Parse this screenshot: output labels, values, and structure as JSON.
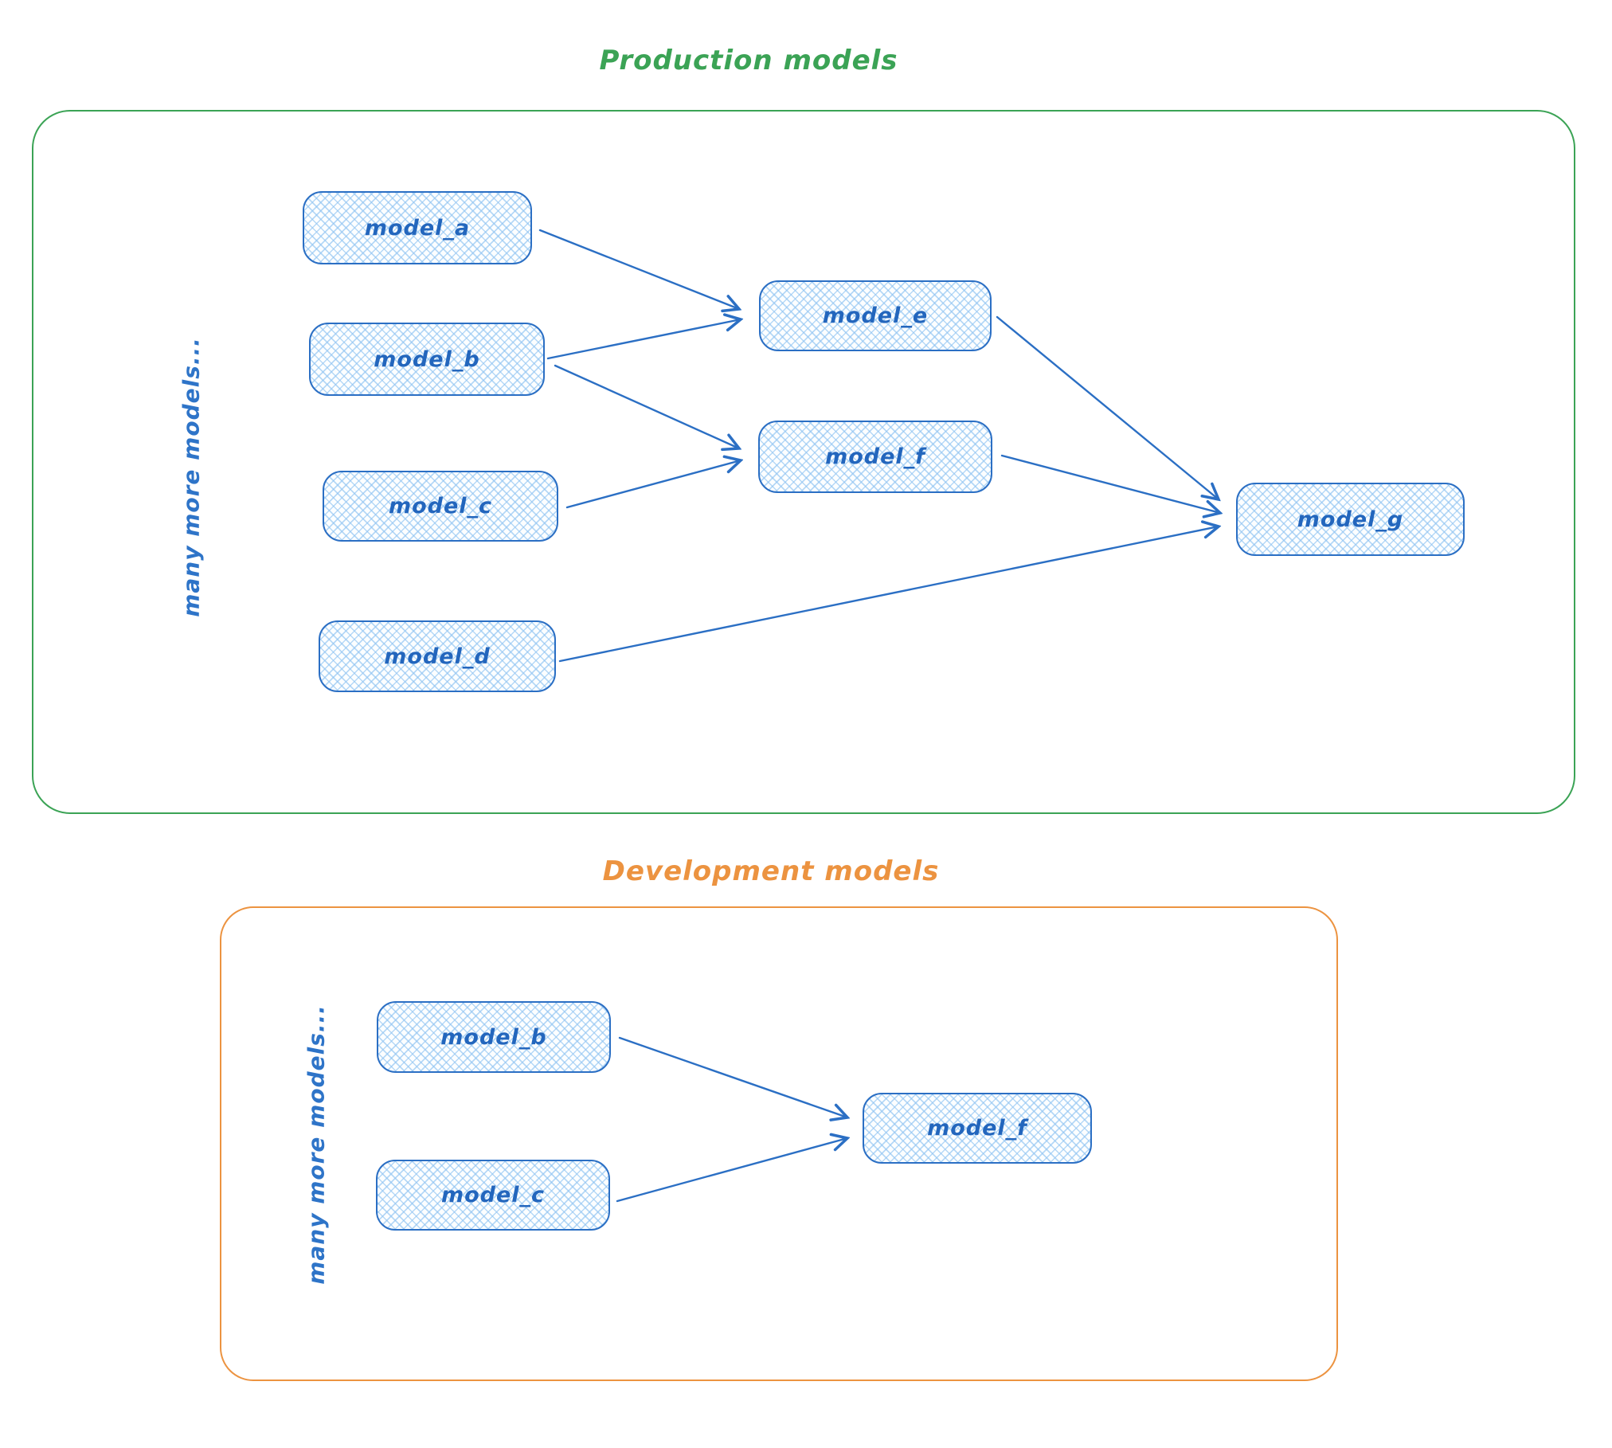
{
  "palette": {
    "green": "#3ba355",
    "orange": "#ec9340",
    "blue_stroke": "#2b6fc4",
    "node_fill_hatch": "#90c4f2",
    "node_text": "#2366bd"
  },
  "production": {
    "title": "Production models",
    "side_note": "many more models...",
    "nodes": [
      {
        "id": "model_a",
        "label": "model_a"
      },
      {
        "id": "model_b",
        "label": "model_b"
      },
      {
        "id": "model_c",
        "label": "model_c"
      },
      {
        "id": "model_d",
        "label": "model_d"
      },
      {
        "id": "model_e",
        "label": "model_e"
      },
      {
        "id": "model_f",
        "label": "model_f"
      },
      {
        "id": "model_g",
        "label": "model_g"
      }
    ],
    "edges": [
      {
        "from": "model_a",
        "to": "model_e"
      },
      {
        "from": "model_b",
        "to": "model_e"
      },
      {
        "from": "model_b",
        "to": "model_f"
      },
      {
        "from": "model_c",
        "to": "model_f"
      },
      {
        "from": "model_e",
        "to": "model_g"
      },
      {
        "from": "model_f",
        "to": "model_g"
      },
      {
        "from": "model_d",
        "to": "model_g"
      }
    ]
  },
  "development": {
    "title": "Development models",
    "side_note": "many more models...",
    "nodes": [
      {
        "id": "model_b",
        "label": "model_b"
      },
      {
        "id": "model_c",
        "label": "model_c"
      },
      {
        "id": "model_f",
        "label": "model_f"
      }
    ],
    "edges": [
      {
        "from": "model_b",
        "to": "model_f"
      },
      {
        "from": "model_c",
        "to": "model_f"
      }
    ]
  }
}
